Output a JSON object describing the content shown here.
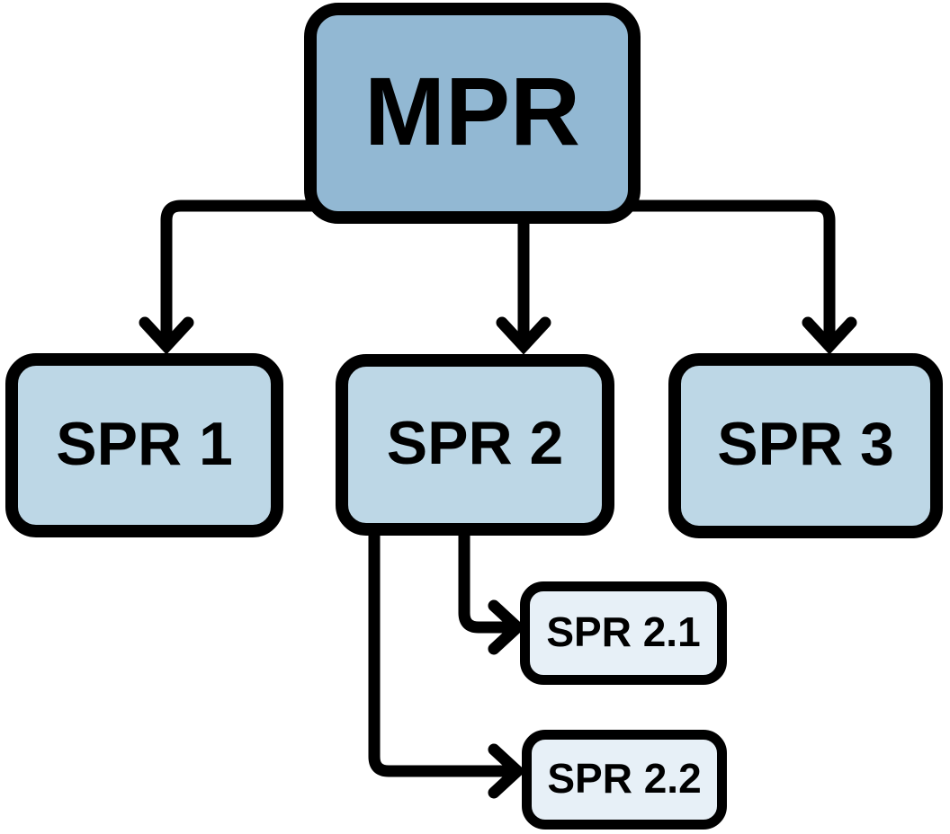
{
  "diagram": {
    "type": "hierarchy-flowchart",
    "nodes": [
      {
        "id": "mpr",
        "label": "MPR",
        "level": 0
      },
      {
        "id": "spr1",
        "label": "SPR 1",
        "level": 1
      },
      {
        "id": "spr2",
        "label": "SPR 2",
        "level": 1
      },
      {
        "id": "spr3",
        "label": "SPR 3",
        "level": 1
      },
      {
        "id": "spr21",
        "label": "SPR 2.1",
        "level": 2
      },
      {
        "id": "spr22",
        "label": "SPR 2.2",
        "level": 2
      }
    ],
    "edges": [
      {
        "from": "MPR",
        "to": "SPR 1"
      },
      {
        "from": "MPR",
        "to": "SPR 2"
      },
      {
        "from": "MPR",
        "to": "SPR 3"
      },
      {
        "from": "SPR 2",
        "to": "SPR 2.1"
      },
      {
        "from": "SPR 2",
        "to": "SPR 2.2"
      }
    ]
  },
  "colors": {
    "root-fill": "#92b8d3",
    "child-fill": "#bdd7e6",
    "grandchild-fill": "#e7f0f7",
    "stroke": "#000000",
    "background": "#ffffff"
  }
}
